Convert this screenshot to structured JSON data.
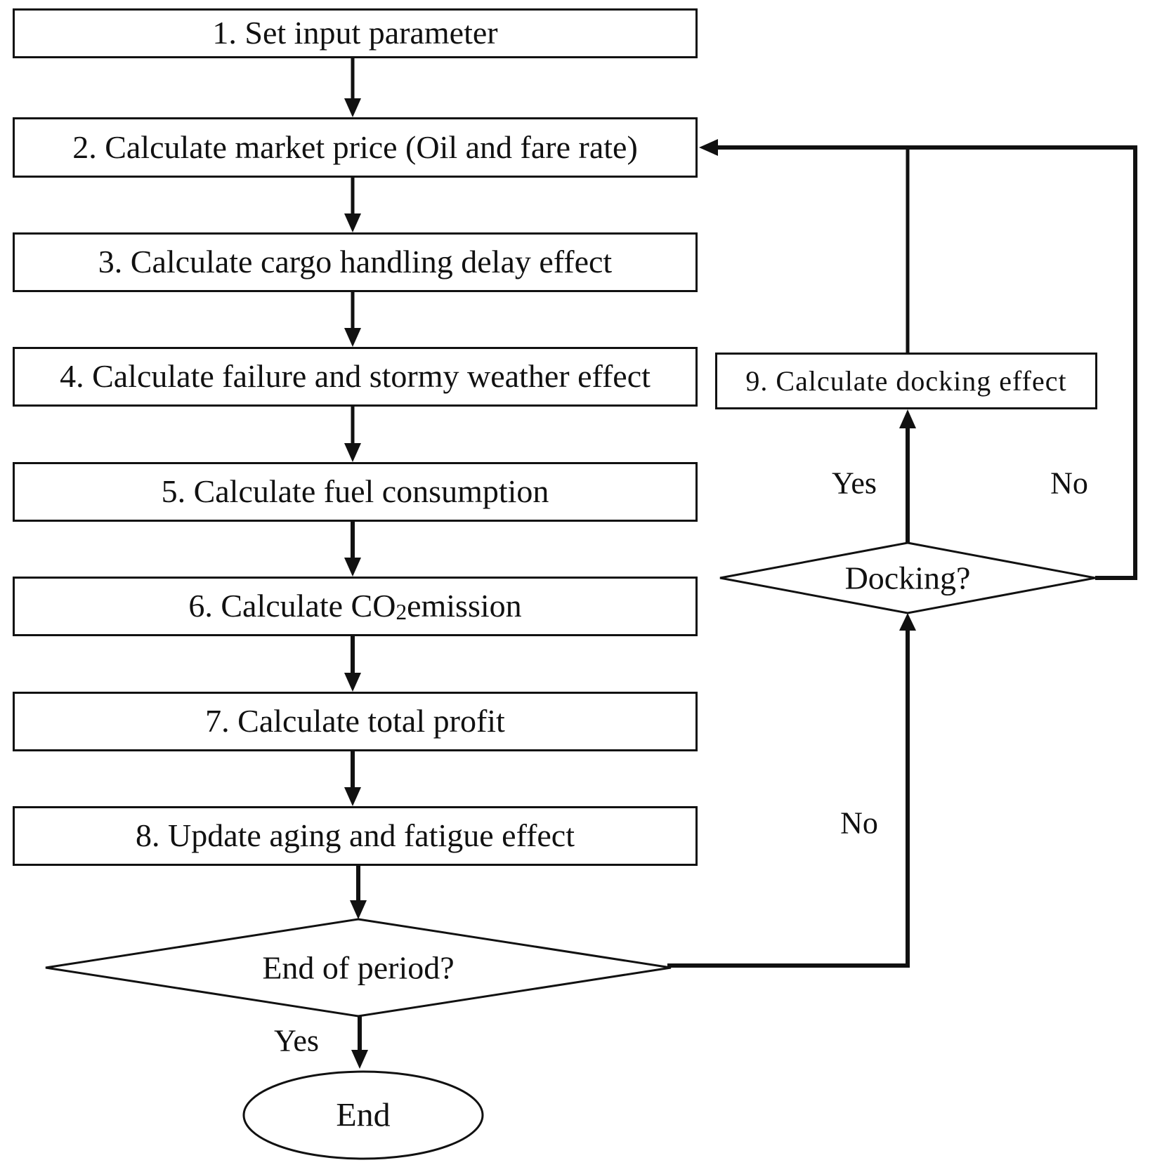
{
  "figure": {
    "type": "flowchart",
    "background_color": "#ffffff",
    "line_color": "#111111"
  },
  "nodes": {
    "boxes": [
      {
        "id": 1,
        "label": "1. Set input parameter"
      },
      {
        "id": 2,
        "label": "2. Calculate market price (Oil and fare rate)"
      },
      {
        "id": 3,
        "label": "3. Calculate cargo handling delay effect"
      },
      {
        "id": 4,
        "label": "4. Calculate failure and stormy weather effect"
      },
      {
        "id": 5,
        "label": "5. Calculate fuel consumption"
      },
      {
        "id": 6,
        "label_pre": "6. Calculate CO",
        "label_sub": "2",
        "label_post": " emission"
      },
      {
        "id": 7,
        "label": "7. Calculate total profit"
      },
      {
        "id": 8,
        "label": "8. Update aging and fatigue effect"
      },
      {
        "id": 9,
        "label": "9. Calculate docking effect"
      }
    ],
    "decisions": {
      "docking": {
        "label": "Docking?"
      },
      "end_of_period": {
        "label": "End of period?"
      }
    },
    "terminal": {
      "label": "End"
    }
  },
  "edge_labels": {
    "docking_yes": "Yes",
    "docking_no": "No",
    "end_of_period_yes": "Yes",
    "end_of_period_no": "No"
  }
}
